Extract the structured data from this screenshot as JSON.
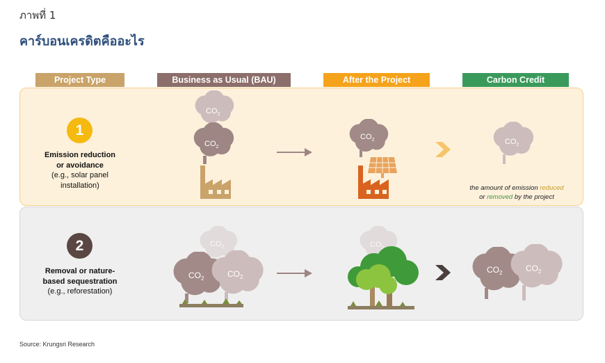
{
  "figure_label": "ภาพที่ 1",
  "title": "คาร์บอนเครดิตคืออะไร",
  "headers": {
    "project_type": "Project Type",
    "bau": "Business as Usual (BAU)",
    "after_project": "After the Project",
    "carbon_credit": "Carbon Credit"
  },
  "rows": [
    {
      "number": "1",
      "title_line1": "Emission reduction",
      "title_line2": "or avoidance",
      "example_line1": "(e.g., solar panel",
      "example_line2": "installation)"
    },
    {
      "number": "2",
      "title_line1": "Removal or nature-",
      "title_line2": "based sequestration",
      "example_line1": "(e.g., reforestation)"
    }
  ],
  "credit_note": {
    "part1": "the amount of emission ",
    "reduced": "reduced",
    "part2": "or ",
    "removed": "removed",
    "part3": " by the project"
  },
  "co2_label": "CO",
  "co2_subscript": "2",
  "source": "Source: Krungsri Research",
  "colors": {
    "project_type": "#c9a369",
    "bau": "#8c6e6b",
    "after_project": "#f5a31a",
    "carbon_credit": "#3a9a5b",
    "number1": "#f5b90f",
    "number2": "#5a4743",
    "title": "#2e4f7c"
  },
  "icons": [
    "co2-cloud-icon",
    "factory-icon",
    "solar-panel-icon",
    "tree-icon",
    "arrow-right-icon",
    "chevron-right-icon"
  ]
}
